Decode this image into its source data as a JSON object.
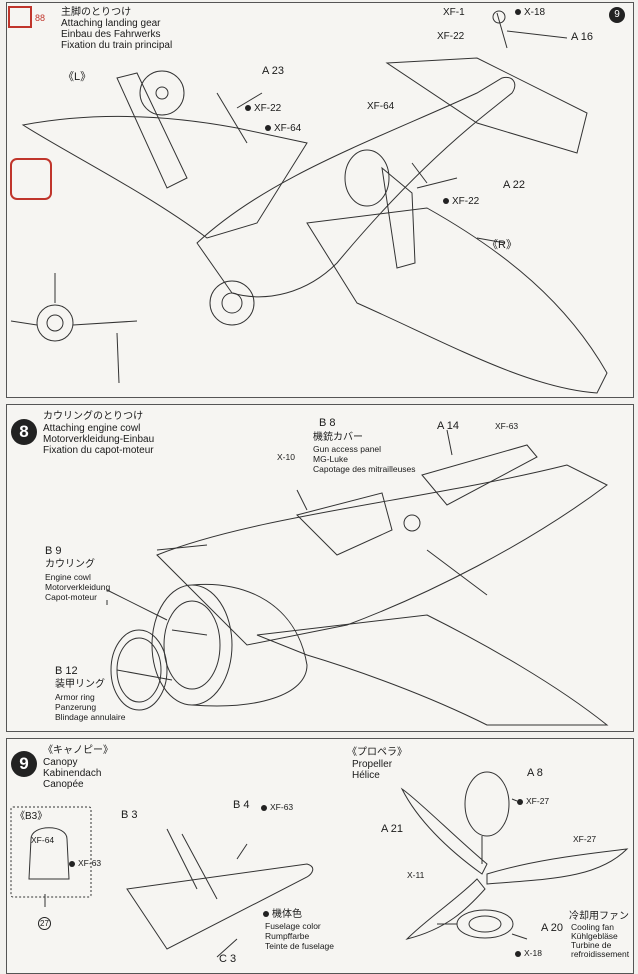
{
  "step7": {
    "title_jp": "主脚のとりつけ",
    "title_en": "Attaching landing gear",
    "title_de": "Einbau des Fahrwerks",
    "title_fr": "Fixation du train principal",
    "label_L": "《L》",
    "label_R": "《R》",
    "parts": {
      "a23": "A 23",
      "a22": "A 22",
      "a16": "A 16",
      "xf1": "XF-1",
      "x18": "X-18",
      "xf22_top": "XF-22",
      "xf22_left": "XF-22",
      "xf64_left": "XF-64",
      "xf64_right": "XF-64",
      "xf22_right": "XF-22"
    },
    "page_number": "9"
  },
  "step8": {
    "number": "8",
    "title_jp": "カウリングのとりつけ",
    "title_en": "Attaching engine cowl",
    "title_de": "Motorverkleidung-Einbau",
    "title_fr": "Fixation du capot-moteur",
    "b8": {
      "code": "B 8",
      "jp": "機銃カバー",
      "en": "Gun access panel",
      "de": "MG-Luke",
      "fr": "Capotage des mitrailleuses"
    },
    "a14": "A 14",
    "xf63": "XF-63",
    "x10": "X-10",
    "b9": {
      "code": "B 9",
      "jp": "カウリング",
      "en": "Engine cowl",
      "de": "Motorverkleidung",
      "fr": "Capot-moteur"
    },
    "b12": {
      "code": "B 12",
      "jp": "装甲リング",
      "en": "Armor ring",
      "de": "Panzerung",
      "fr": "Blindage annulaire"
    }
  },
  "step9": {
    "number": "9",
    "canopy": {
      "jp": "《キャノピー》",
      "en": "Canopy",
      "de": "Kabinendach",
      "fr": "Canopée"
    },
    "propeller": {
      "jp": "《プロペラ》",
      "en": "Propeller",
      "fr": "Hélice"
    },
    "b3_box": "《B3》",
    "xf64": "XF-64",
    "xf63_box": "XF-63",
    "ref_27": "27",
    "b3": "B 3",
    "b4": "B 4",
    "xf63_b4": "XF-63",
    "c3": "C 3",
    "fuselage": {
      "jp": "機体色",
      "en": "Fuselage color",
      "de": "Rumpffarbe",
      "fr": "Teinte de fuselage"
    },
    "a8": "A 8",
    "xf27_a8": "XF-27",
    "a21": "A 21",
    "xf27_blade": "XF-27",
    "x11": "X-11",
    "a20": "A 20",
    "fan": {
      "jp": "冷却用ファン",
      "en": "Cooling fan",
      "de": "Kühlgebläse",
      "fr1": "Turbine de",
      "fr2": "refroidissement"
    },
    "x18": "X-18"
  },
  "colors": {
    "ink": "#1a1a1a",
    "paper": "#f6f5f2",
    "watermark": "#c0352b"
  }
}
